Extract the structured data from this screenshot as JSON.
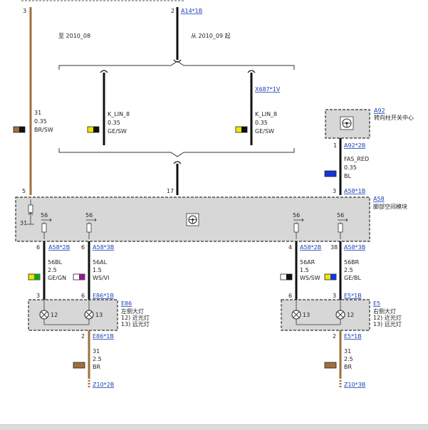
{
  "colors": {
    "wire_black": "#111111",
    "wire_brown": "#a0703a",
    "module_fill": "#d7d7d7",
    "link": "#1a3fb5",
    "swatch_brown": "#a0703a",
    "swatch_yellow": "#f2e600",
    "swatch_green": "#1e9e1e",
    "swatch_white": "#ffffff",
    "swatch_violet": "#8a1f8a",
    "swatch_blue": "#1636d6"
  },
  "top": {
    "pin_left": "3",
    "pin_right": "2",
    "conn_right": "A14*1B",
    "note_left": "至 2010_08",
    "note_right": "从 2010_09 起"
  },
  "mid_wires": {
    "left": {
      "signal": "K_LIN_8",
      "size": "0.35",
      "color_code": "GE/SW"
    },
    "right": {
      "connector": "X687*1V",
      "signal": "K_LIN_8",
      "size": "0.35",
      "color_code": "GE/SW"
    }
  },
  "brown_wire": {
    "signal": "31",
    "size": "0.35",
    "color_code": "BR/SW"
  },
  "a92": {
    "id": "A92",
    "name": "转向柱开关中心",
    "pin": "1",
    "connector": "A92*2B",
    "signal": "FAS_RED",
    "size": "0.35",
    "color_code": "BL"
  },
  "a58": {
    "id": "A58",
    "name": "脚部空间模块",
    "top_pins": {
      "left": "5",
      "mid": "17",
      "right": "3",
      "right_connector": "A58*1B"
    },
    "internal": {
      "ground": "31",
      "s1": "56",
      "s2": "56",
      "s3": "56",
      "s4": "56"
    }
  },
  "branches": [
    {
      "pin": "6",
      "connector": "A58*2B",
      "signal": "56BL",
      "size": "2.5",
      "color_code": "GE/GN"
    },
    {
      "pin": "6",
      "connector": "A58*3B",
      "signal": "56AL",
      "size": "1.5",
      "color_code": "WS/VI"
    },
    {
      "pin": "4",
      "connector": "A58*2B",
      "signal": "56AR",
      "size": "1.5",
      "color_code": "WS/SW"
    },
    {
      "pin": "38",
      "connector": "A58*3B",
      "signal": "56BR",
      "size": "2.5",
      "color_code": "GE/BL"
    }
  ],
  "e86": {
    "id": "E86",
    "name": "左侧大灯",
    "line1": "12) 近光灯",
    "line2": "13) 远光灯",
    "pin_in_left": "3",
    "pin_in_right": "6",
    "in_connector": "E86*1B",
    "lamp_a": "12",
    "lamp_b": "13",
    "pin_out": "2",
    "out_connector": "E86*1B",
    "ground": {
      "signal": "31",
      "size": "2.5",
      "color_code": "BR"
    },
    "end_connector": "Z10*2B"
  },
  "e5": {
    "id": "E5",
    "name": "右侧大灯",
    "line1": "12) 近光灯",
    "line2": "13) 远光灯",
    "pin_in_left": "6",
    "pin_in_right": "3",
    "in_connector": "E5*1B",
    "lamp_a": "13",
    "lamp_b": "12",
    "pin_out": "2",
    "out_connector": "E5*1B",
    "ground": {
      "signal": "31",
      "size": "2.5",
      "color_code": "BR"
    },
    "end_connector": "Z10*3B"
  }
}
